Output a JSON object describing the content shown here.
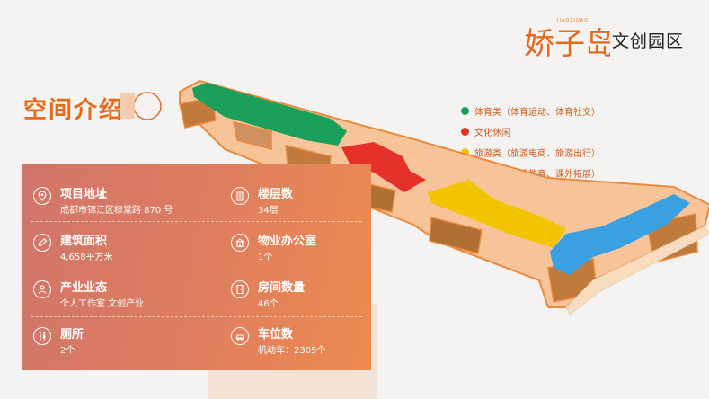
{
  "brand": {
    "logo_chinese": "娇子岛",
    "logo_pinyin": "JIAOZIDAO",
    "logo_suffix": "文创园区",
    "accent_color": "#e56a1c"
  },
  "section_title": "空间介绍",
  "legend": [
    {
      "label": "体育类（体育运动、体育社交）",
      "color": "#1aa05a"
    },
    {
      "label": "文化休闲",
      "color": "#e5312a"
    },
    {
      "label": "旅游类（旅游电商、旅游出行）",
      "color": "#f2c400"
    },
    {
      "label": "教育类（素质教育、课外拓展）",
      "color": "#3aa0e2"
    }
  ],
  "info": [
    {
      "label": "项目地址",
      "value": "成都市锦江区棣棠路 870 号",
      "icon": "location-icon"
    },
    {
      "label": "楼层数",
      "value": "34层",
      "icon": "building-icon"
    },
    {
      "label": "建筑面积",
      "value": "4,658平方米",
      "icon": "ruler-icon"
    },
    {
      "label": "物业办公室",
      "value": "1个",
      "icon": "office-icon"
    },
    {
      "label": "产业业态",
      "value": "个人工作室   文创产业",
      "icon": "industry-icon"
    },
    {
      "label": "房间数量",
      "value": "46个",
      "icon": "room-icon"
    },
    {
      "label": "厕所",
      "value": "2个",
      "icon": "toilet-icon"
    },
    {
      "label": "车位数",
      "value": "机动车：2305个",
      "icon": "parking-icon"
    }
  ]
}
